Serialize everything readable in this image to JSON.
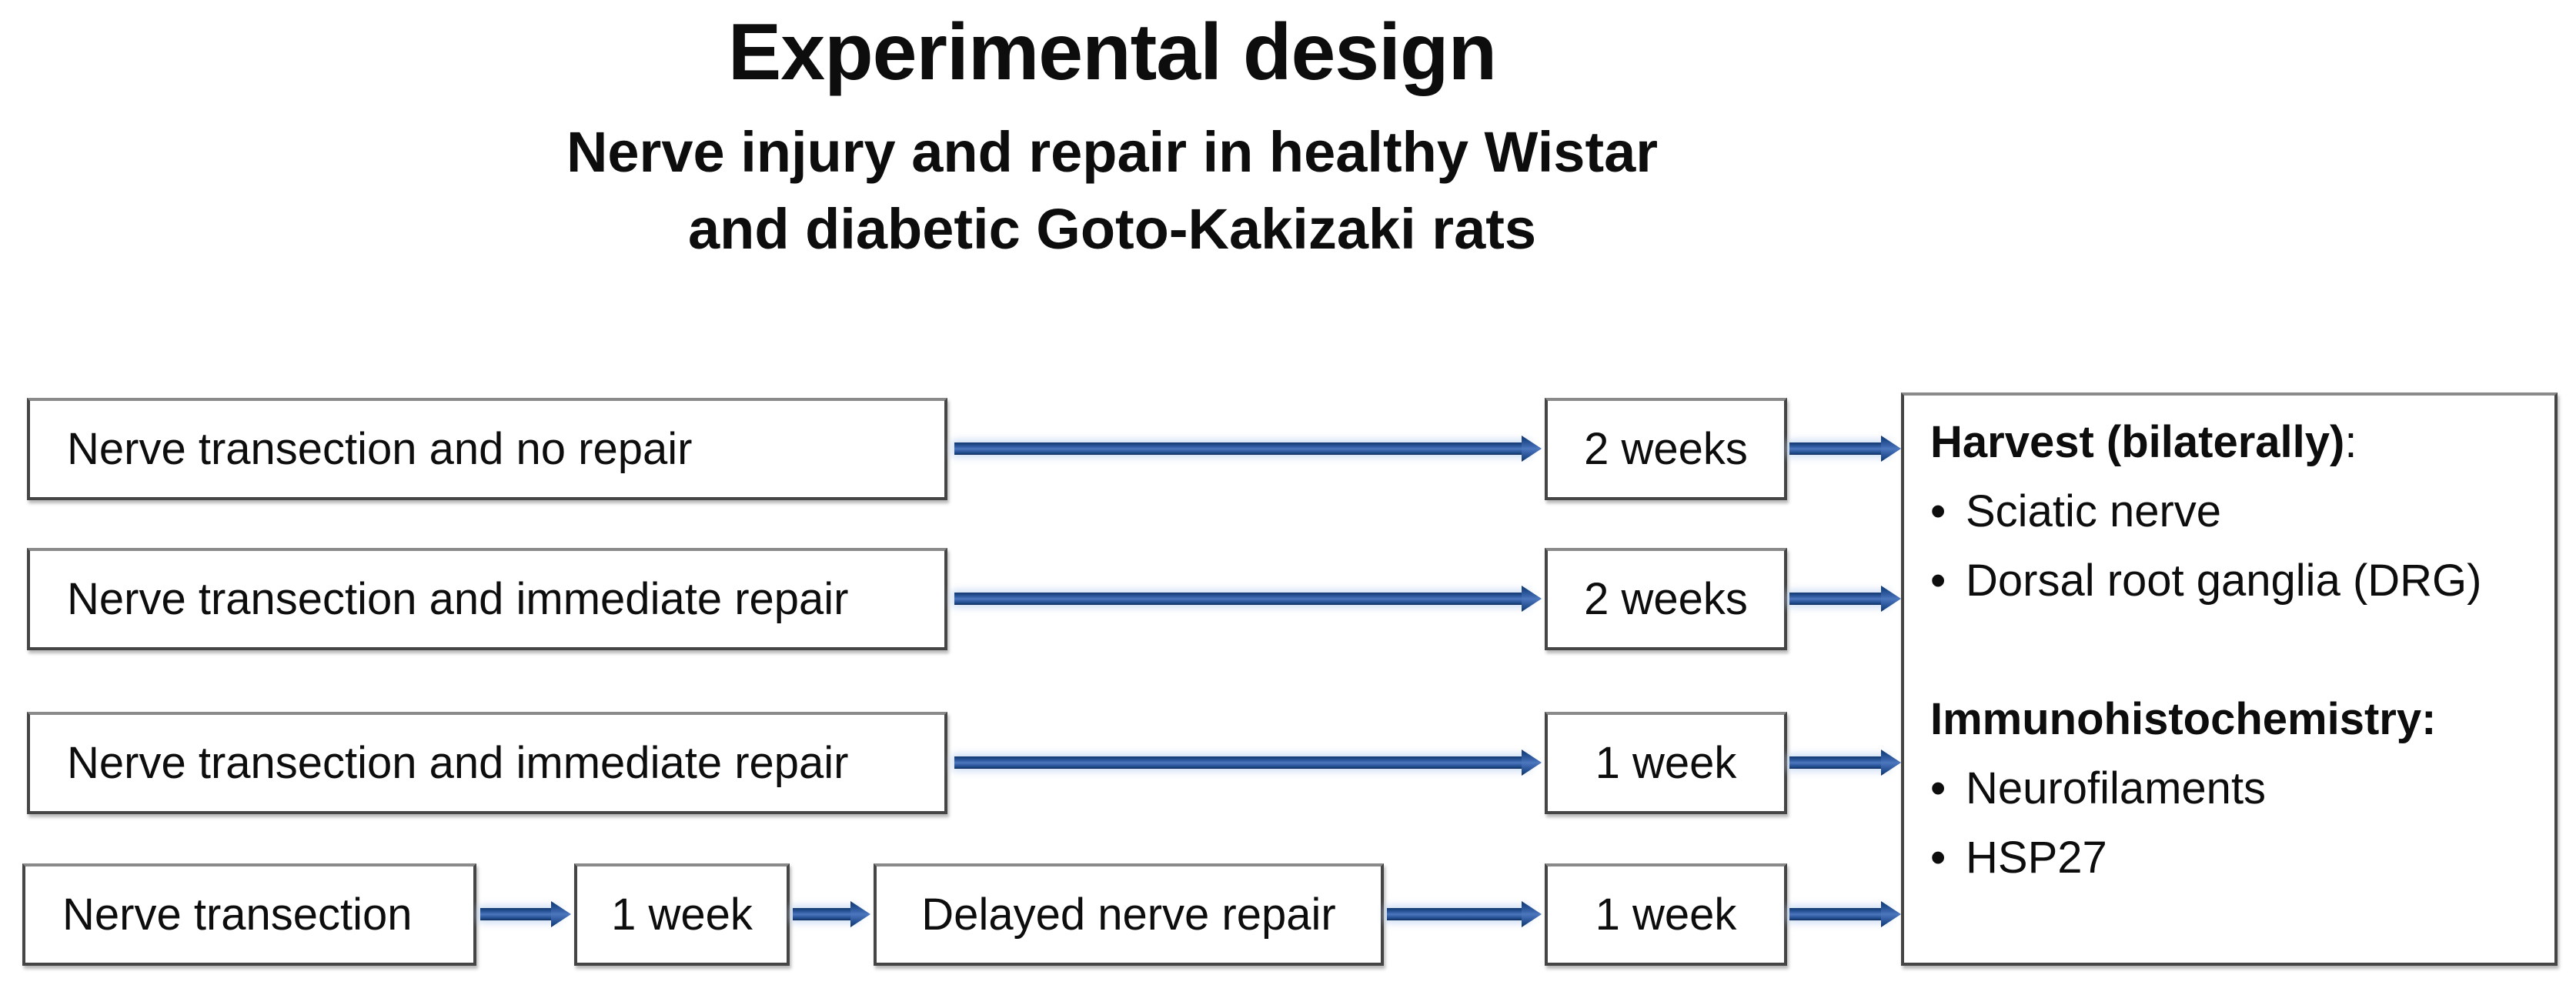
{
  "title": "Experimental design",
  "subtitle": {
    "line1": "Nerve injury and repair in healthy Wistar",
    "line2": "and diabetic Goto-Kakizaki rats"
  },
  "rows": [
    {
      "label": "Nerve transection and no repair",
      "duration": "2 weeks"
    },
    {
      "label": "Nerve transection and immediate repair",
      "duration": "2 weeks"
    },
    {
      "label": "Nerve transection and immediate repair",
      "duration": "1 week"
    },
    {
      "label": "Nerve transection",
      "delay": "1 week",
      "repair": "Delayed nerve repair",
      "duration": "1 week"
    }
  ],
  "outcome": {
    "bullet": "•",
    "harvest_title": "Harvest (bilaterally)",
    "harvest_colon": ":",
    "harvest_items": [
      "Sciatic nerve",
      "Dorsal root ganglia (DRG)"
    ],
    "ihc_title": "Immunohistochemistry:",
    "ihc_items": [
      "Neurofilaments",
      "HSP27"
    ]
  },
  "colors": {
    "arrow_blue": "#3a65ac",
    "arrow_dark_blue": "#16396f",
    "arrow_glow": "#b9d0f0",
    "box_border": "#454545",
    "text": "#0d0d0d",
    "background": "#ffffff"
  }
}
